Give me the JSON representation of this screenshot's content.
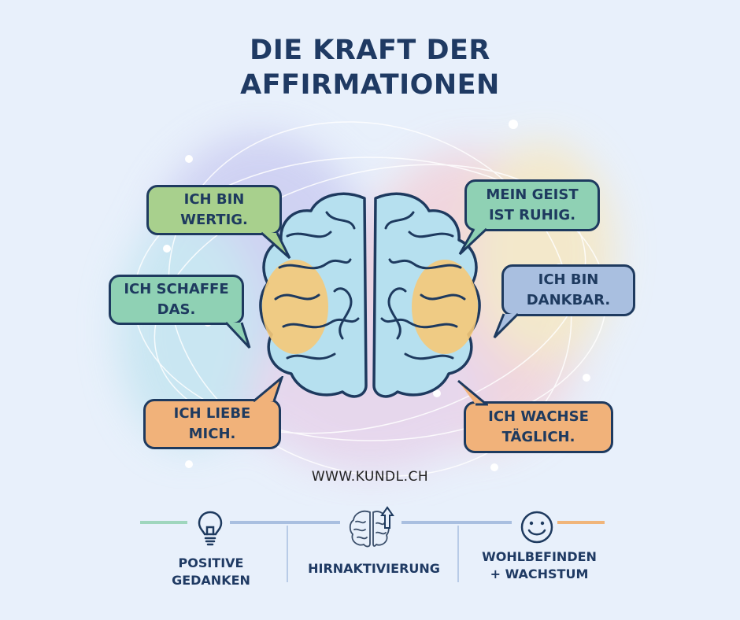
{
  "title": {
    "line1": "DIE KRAFT DER",
    "line2": "AFFIRMATIONEN"
  },
  "affirmations": [
    {
      "line1": "ICH BIN",
      "line2": "WERTIG.",
      "color": "#a8d08d"
    },
    {
      "line1": "ICH SCHAFFE",
      "line2": "DAS.",
      "color": "#8fd1b4"
    },
    {
      "line1": "ICH LIEBE",
      "line2": "MICH.",
      "color": "#f1b27a"
    },
    {
      "line1": "MEIN GEIST",
      "line2": "IST RUHIG.",
      "color": "#8fd1b4"
    },
    {
      "line1": "ICH BIN",
      "line2": "DANKBAR.",
      "color": "#a9bfe0"
    },
    {
      "line1": "ICH WACHSE",
      "line2": "TÄGLICH.",
      "color": "#f1b27a"
    }
  ],
  "website": "WWW.KUNDL.CH",
  "footer": {
    "items": [
      {
        "icon": "lightbulb-icon",
        "line1": "POSITIVE",
        "line2": "GEDANKEN"
      },
      {
        "icon": "brain-arrow-up-icon",
        "line1": "HIRNAKTIVIERUNG",
        "line2": ""
      },
      {
        "icon": "smiley-icon",
        "line1": "WOHLBEFINDEN",
        "line2": "+ WACHSTUM"
      }
    ]
  },
  "colors": {
    "background": "#e8f0fb",
    "text": "#1e3a5f",
    "brain": "#b6e0ef",
    "highlight": "#f5c978",
    "green_line": "#9fd6bd",
    "blue_line": "#a9bfe0",
    "orange_line": "#f0b57a"
  }
}
